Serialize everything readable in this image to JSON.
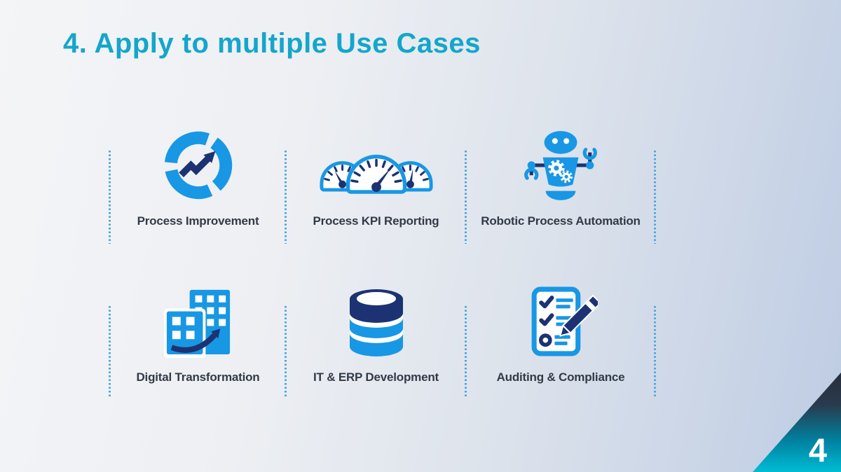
{
  "slide": {
    "title": "4. Apply to multiple Use Cases",
    "page_number": "4"
  },
  "colors": {
    "title_cyan": "#14A6CB",
    "icon_azure": "#1897E4",
    "icon_navy": "#1C3272",
    "label_text": "#323A46",
    "divider_blue": "#4BA6E2",
    "corner_gradient_top": "#272E3C",
    "corner_gradient_bottom": "#00BCD4"
  },
  "use_cases": [
    {
      "label": "Process Improvement",
      "icon": "process-cycle-growth-icon"
    },
    {
      "label": "Process KPI Reporting",
      "icon": "gauges-icon"
    },
    {
      "label": "Robotic Process Automation",
      "icon": "robot-gears-icon"
    },
    {
      "label": "Digital Transformation",
      "icon": "buildings-arrow-icon"
    },
    {
      "label": "IT & ERP Development",
      "icon": "database-icon"
    },
    {
      "label": "Auditing & Compliance",
      "icon": "checklist-pencil-icon"
    }
  ]
}
